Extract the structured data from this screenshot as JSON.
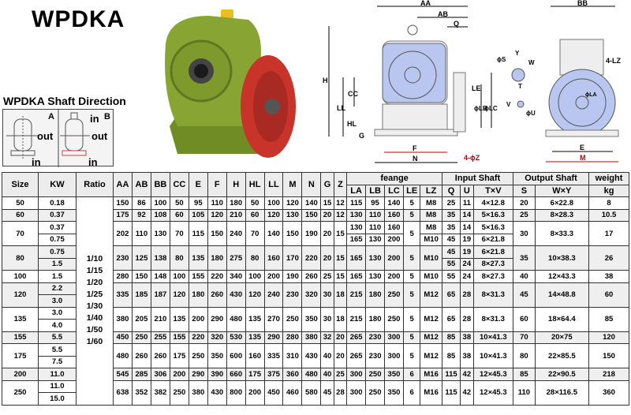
{
  "title": "WPDKA",
  "shaft_direction": {
    "title": "WPDKA Shaft Direction",
    "panels": [
      {
        "letter": "A",
        "out": "out",
        "in_bottom": "in"
      },
      {
        "letter": "B",
        "in_top": "in",
        "out": "out",
        "in_bottom": "in"
      }
    ]
  },
  "diagram_labels": {
    "AA": "AA",
    "AB": "AB",
    "Q": "Q",
    "H": "H",
    "CC": "CC",
    "LL": "LL",
    "HL": "HL",
    "G": "G",
    "F": "F",
    "N": "N",
    "Z": "4-ϕZ",
    "LE": "LE",
    "LB": "ϕLB",
    "LC": "ϕLC",
    "S": "ϕS",
    "Y": "Y",
    "W": "W",
    "T": "T",
    "V": "V",
    "U": "ϕU",
    "BB": "BB",
    "LZ": "4-LZ",
    "LA": "ϕLA",
    "E": "E",
    "M": "M"
  },
  "colors": {
    "green": "#7f9a2c",
    "red": "#c8332a",
    "blue": "#b8c6f0",
    "red_dim": "#c00000"
  },
  "table": {
    "headers": {
      "size": "Size",
      "kw": "KW",
      "ratio": "Ratio",
      "dims": [
        "AA",
        "AB",
        "BB",
        "CC",
        "E",
        "F",
        "H",
        "HL",
        "LL",
        "M",
        "N",
        "G",
        "Z"
      ],
      "flange_group": "feange",
      "flange": [
        "LA",
        "LB",
        "LC",
        "LE",
        "LZ"
      ],
      "input_group": "Input Shaft",
      "input": [
        "Q",
        "U",
        "T×V"
      ],
      "output_group": "Output Shaft",
      "output": [
        "S",
        "W×Y"
      ],
      "weight": "weight",
      "weight_unit": "kg"
    },
    "ratios": [
      "1/10",
      "1/15",
      "1/20",
      "1/25",
      "1/30",
      "1/40",
      "1/50",
      "1/60"
    ],
    "rows": [
      {
        "size": "50",
        "kw": "0.18",
        "vals": [
          "150",
          "86",
          "100",
          "50",
          "95",
          "110",
          "180",
          "50",
          "100",
          "120",
          "140",
          "15",
          "12",
          "115",
          "95",
          "140",
          "5",
          "M8",
          "25",
          "11",
          "4×12.8",
          "20",
          "6×22.8",
          "8"
        ]
      },
      {
        "size": "60",
        "kw": "0.37",
        "vals": [
          "175",
          "92",
          "108",
          "60",
          "105",
          "120",
          "210",
          "60",
          "120",
          "130",
          "150",
          "20",
          "12",
          "130",
          "110",
          "160",
          "5",
          "M8",
          "35",
          "14",
          "5×16.3",
          "25",
          "8×28.3",
          "10.5"
        ]
      },
      {
        "size": "70",
        "kw": [
          "0.37",
          "0.75"
        ],
        "vals": [
          "202",
          "110",
          "130",
          "70",
          "115",
          "150",
          "240",
          "70",
          "140",
          "150",
          "190",
          "20",
          "15",
          [
            "130",
            "165"
          ],
          [
            "110",
            "130"
          ],
          [
            "160",
            "200"
          ],
          "5",
          [
            "M8",
            "M10"
          ],
          [
            "35",
            "45"
          ],
          [
            "14",
            "19"
          ],
          [
            "5×16.3",
            "6×21.8"
          ],
          "30",
          "8×33.3",
          "17"
        ]
      },
      {
        "size": "80",
        "kw": [
          "0.75",
          "1.5"
        ],
        "vals": [
          "230",
          "125",
          "138",
          "80",
          "135",
          "180",
          "275",
          "80",
          "160",
          "170",
          "220",
          "20",
          "15",
          "165",
          "130",
          "200",
          "5",
          "M10",
          [
            "45",
            "55"
          ],
          [
            "19",
            "24"
          ],
          [
            "6×21.8",
            "8×27.3"
          ],
          "35",
          "10×38.3",
          "26"
        ]
      },
      {
        "size": "100",
        "kw": "1.5",
        "vals": [
          "280",
          "150",
          "148",
          "100",
          "155",
          "220",
          "340",
          "100",
          "200",
          "190",
          "260",
          "25",
          "15",
          "165",
          "130",
          "200",
          "5",
          "M10",
          "55",
          "24",
          "8×27.3",
          "40",
          "12×43.3",
          "38"
        ]
      },
      {
        "size": "120",
        "kw": [
          "2.2",
          "3.0"
        ],
        "vals": [
          "335",
          "185",
          "187",
          "120",
          "180",
          "260",
          "430",
          "120",
          "240",
          "230",
          "320",
          "30",
          "18",
          "215",
          "180",
          "250",
          "5",
          "M12",
          "65",
          "28",
          "8×31.3",
          "45",
          "14×48.8",
          "60"
        ]
      },
      {
        "size": "135",
        "kw": [
          "3.0",
          "4.0"
        ],
        "vals": [
          "380",
          "205",
          "210",
          "135",
          "200",
          "290",
          "480",
          "135",
          "270",
          "250",
          "350",
          "30",
          "18",
          "215",
          "180",
          "250",
          "5",
          "M12",
          "65",
          "28",
          "8×31.3",
          "60",
          "18×64.4",
          "85"
        ]
      },
      {
        "size": "155",
        "kw": "5.5",
        "vals": [
          "450",
          "250",
          "255",
          "155",
          "220",
          "320",
          "530",
          "135",
          "290",
          "280",
          "380",
          "32",
          "20",
          "265",
          "230",
          "300",
          "5",
          "M12",
          "85",
          "38",
          "10×41.3",
          "70",
          "20×75",
          "120"
        ]
      },
      {
        "size": "175",
        "kw": [
          "5.5",
          "7.5"
        ],
        "vals": [
          "480",
          "260",
          "260",
          "175",
          "250",
          "350",
          "600",
          "160",
          "335",
          "310",
          "430",
          "40",
          "20",
          "265",
          "230",
          "300",
          "5",
          "M12",
          "85",
          "38",
          "10×41.3",
          "80",
          "22×85.5",
          "150"
        ]
      },
      {
        "size": "200",
        "kw": "11.0",
        "vals": [
          "545",
          "285",
          "306",
          "200",
          "290",
          "390",
          "660",
          "175",
          "375",
          "360",
          "480",
          "40",
          "25",
          "300",
          "250",
          "350",
          "6",
          "M16",
          "115",
          "42",
          "12×45.3",
          "85",
          "22×90.5",
          "218"
        ]
      },
      {
        "size": "250",
        "kw": [
          "11.0",
          "15.0"
        ],
        "vals": [
          "638",
          "352",
          "382",
          "250",
          "380",
          "430",
          "800",
          "200",
          "450",
          "460",
          "580",
          "45",
          "28",
          "300",
          "250",
          "350",
          "6",
          "M16",
          "115",
          "42",
          "12×45.3",
          "110",
          "28×116.5",
          "360"
        ]
      }
    ]
  }
}
